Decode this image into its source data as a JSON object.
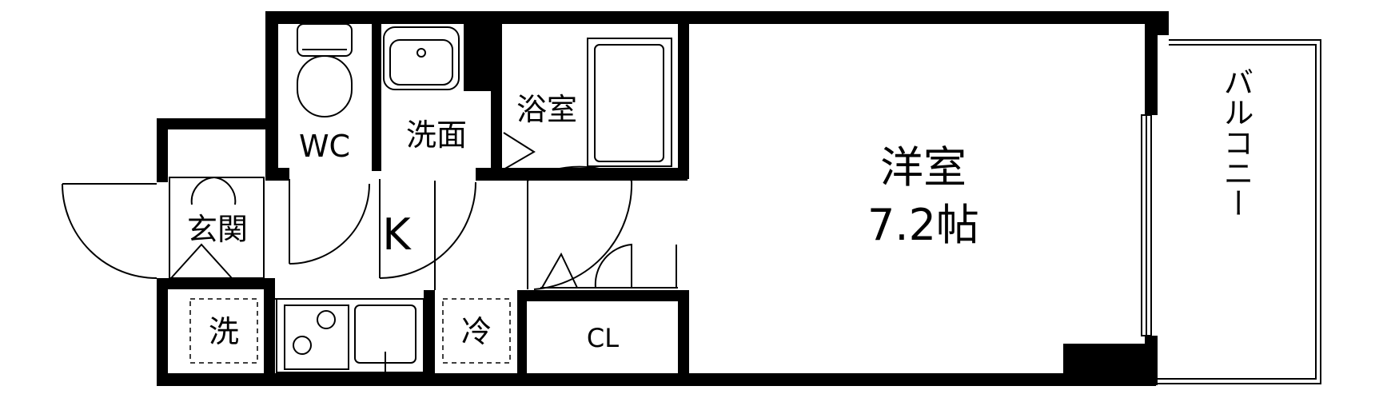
{
  "floor_plan": {
    "rooms": {
      "western_room": "洋室",
      "western_room_size": "7.2帖",
      "kitchen": "K",
      "toilet": "WC",
      "washroom": "洗面",
      "bathroom": "浴室",
      "entrance": "玄関",
      "washer_space": "洗",
      "fridge_space": "冷",
      "closet": "CL",
      "balcony": "バルコニー"
    },
    "colors": {
      "wall": "#000000",
      "background": "#ffffff"
    }
  }
}
